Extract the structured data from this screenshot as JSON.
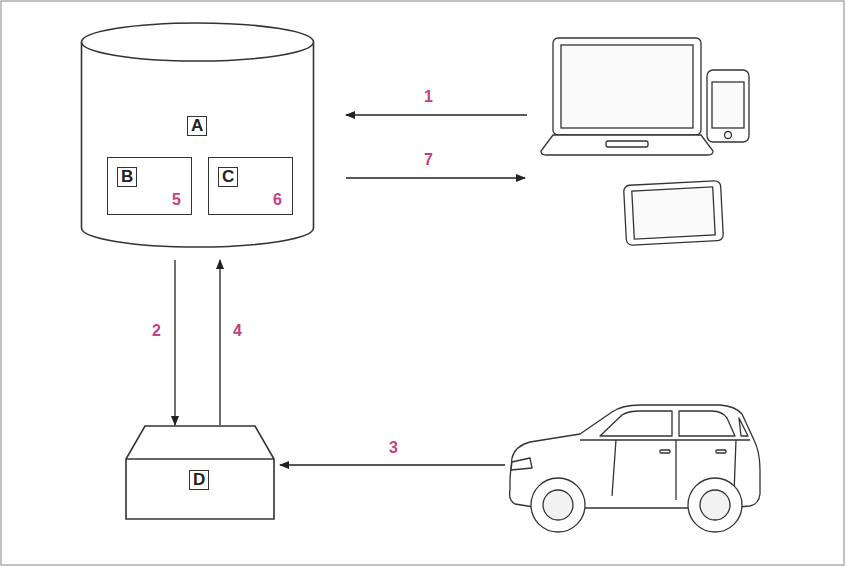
{
  "diagram": {
    "nodes": [
      {
        "text": [
          "A"
        ]
      },
      {
        "text": [
          "B",
          "5"
        ],
        "in": 0
      },
      {
        "text": [
          "C",
          "6"
        ],
        "in": 0
      },
      {
        "text": [
          "D"
        ]
      }
    ],
    "edges": [
      {
        "from": 0,
        "to": 3,
        "label": "2",
        "arrow": "to"
      },
      {
        "from": 3,
        "to": 0,
        "label": "4",
        "arrow": "to"
      }
    ],
    "labels": [
      "1",
      "7",
      "3"
    ]
  }
}
